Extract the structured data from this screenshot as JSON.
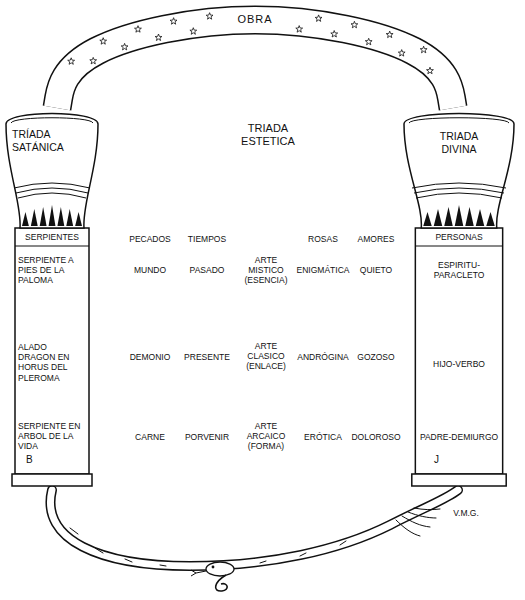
{
  "diagram": {
    "nodes": [
      {
        "text": [
          "TRÍADA SATÁNICA",
          "SERPIENTES",
          "SERPIENTE A PIES DE LA PALOMA",
          "ALADO DRAGON EN HORUS DEL PLEROMA",
          "SERPIENTE EN ARBOL DE LA VIDA",
          "B"
        ]
      },
      {
        "text": [
          "TRIADA DIVINA",
          "PERSONAS",
          "ESPIRITU- PARACLETO",
          "HIJO-VERBO",
          "PADRE-DEMIURGO",
          "J"
        ]
      }
    ],
    "edges": [
      {
        "from": 0,
        "to": 1,
        "arrow": "none",
        "label": "OBRA"
      }
    ],
    "labels": [
      "TRIADA ESTETICA",
      "PECADOS",
      "TIEMPOS",
      "ROSAS",
      "AMORES",
      "MUNDO",
      "PASADO",
      "ARTE MISTICO (ESENCIA)",
      "ENIGMÁTICA",
      "QUIETO",
      "DEMONIO",
      "PRESENTE",
      "ARTE CLASICO (ENLACE)",
      "ANDRÓGINA",
      "GOZOSO",
      "CARNE",
      "PORVENIR",
      "ARTE ARCAICO (FORMA)",
      "ERÓTICA",
      "DOLOROSO",
      "V.M.G."
    ]
  }
}
